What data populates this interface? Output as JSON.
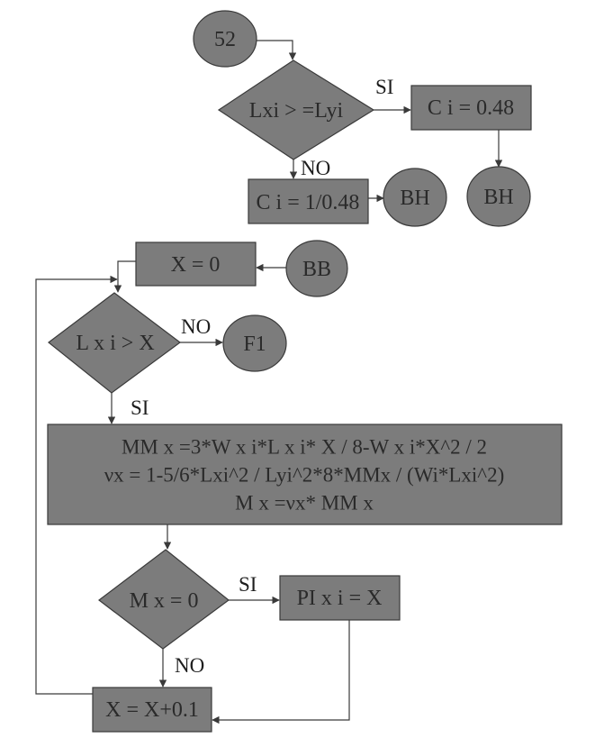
{
  "diagram": {
    "type": "flowchart",
    "nodes": {
      "start_52": {
        "kind": "connector",
        "label": "52"
      },
      "cond_lxi_lyi": {
        "kind": "decision",
        "label": "Lxi > =Lyi"
      },
      "ci_048": {
        "kind": "process",
        "label": "C i = 0.48"
      },
      "ci_inv_048": {
        "kind": "process",
        "label": "C i = 1/0.48"
      },
      "bh_left": {
        "kind": "connector",
        "label": "BH"
      },
      "bh_right": {
        "kind": "connector",
        "label": "BH"
      },
      "x_zero": {
        "kind": "process",
        "label": "X = 0"
      },
      "bb": {
        "kind": "connector",
        "label": "BB"
      },
      "cond_lxi_x": {
        "kind": "decision",
        "label": "L x i > X"
      },
      "f1": {
        "kind": "connector",
        "label": "F1"
      },
      "compute": {
        "kind": "process",
        "lines": [
          "MM x =3*W x i*L x i* X / 8-W x i*X^2 / 2",
          "νx = 1-5/6*Lxi^2 / Lyi^2*8*MMx / (Wi*Lxi^2)",
          "M x =νx* MM x"
        ]
      },
      "cond_mx_zero": {
        "kind": "decision",
        "label": "M x = 0"
      },
      "pi_xi": {
        "kind": "process",
        "label": "PI x i = X"
      },
      "x_incr": {
        "kind": "process",
        "label": "X = X+0.1"
      }
    },
    "branch_labels": {
      "cond1_yes": "SI",
      "cond1_no": "NO",
      "cond2_no": "NO",
      "cond2_yes": "SI",
      "cond3_yes": "SI",
      "cond3_no": "NO"
    },
    "edges": [
      {
        "from": "start_52",
        "to": "cond_lxi_lyi"
      },
      {
        "from": "cond_lxi_lyi",
        "to": "ci_048",
        "label": "SI"
      },
      {
        "from": "cond_lxi_lyi",
        "to": "ci_inv_048",
        "label": "NO"
      },
      {
        "from": "ci_048",
        "to": "bh_right"
      },
      {
        "from": "ci_inv_048",
        "to": "bh_left"
      },
      {
        "from": "bb",
        "to": "x_zero"
      },
      {
        "from": "x_zero",
        "to": "cond_lxi_x"
      },
      {
        "from": "cond_lxi_x",
        "to": "f1",
        "label": "NO"
      },
      {
        "from": "cond_lxi_x",
        "to": "compute",
        "label": "SI"
      },
      {
        "from": "compute",
        "to": "cond_mx_zero"
      },
      {
        "from": "cond_mx_zero",
        "to": "pi_xi",
        "label": "SI"
      },
      {
        "from": "cond_mx_zero",
        "to": "x_incr",
        "label": "NO"
      },
      {
        "from": "pi_xi",
        "to": "x_incr"
      },
      {
        "from": "x_incr",
        "to": "cond_lxi_x"
      }
    ],
    "colors": {
      "node_fill": "#7c7c7c",
      "stroke": "#3a3a3a",
      "text": "#2a2a2a",
      "background": "#ffffff"
    }
  }
}
